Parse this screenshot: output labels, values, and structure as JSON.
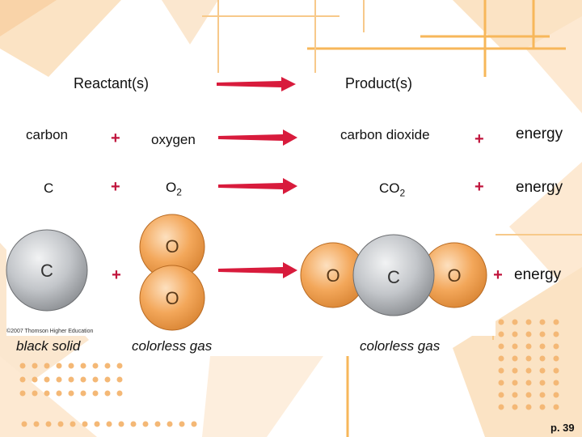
{
  "header": {
    "reactants": "Reactant(s)",
    "products": "Product(s)"
  },
  "row_words": {
    "reactant1": "carbon",
    "plus1": "+",
    "reactant2": "oxygen",
    "product1": "carbon dioxide",
    "plus2": "+",
    "product2": "energy"
  },
  "row_formula": {
    "reactant1": "C",
    "plus1": "+",
    "reactant2_base": "O",
    "reactant2_sub": "2",
    "product1_base": "CO",
    "product1_sub": "2",
    "plus2": "+",
    "product2": "energy"
  },
  "row_models": {
    "carbon_atom": "C",
    "plus1": "+",
    "oxygen_top": "O",
    "oxygen_bottom": "O",
    "co2_left": "O",
    "co2_center": "C",
    "co2_right": "O",
    "plus2": "+",
    "product2": "energy"
  },
  "descriptions": {
    "carbon": "black solid",
    "oxygen": "colorless gas",
    "carbon_dioxide": "colorless gas"
  },
  "credit": "©2007 Thomson Higher Education",
  "page_number": "p. 39",
  "colors": {
    "arrow": "#d81b3c",
    "carbon": "#b9bcc0",
    "oxygen": "#f0a050",
    "accent_orange": "#f5a623"
  }
}
